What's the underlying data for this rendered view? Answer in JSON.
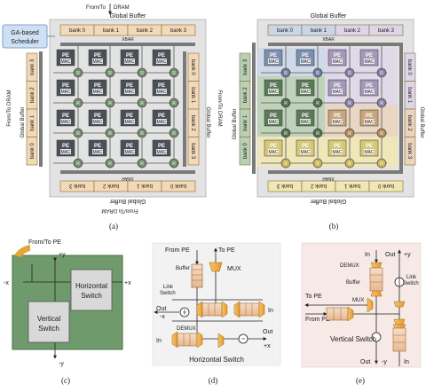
{
  "panel_a": {
    "scheduler": "GA-based Scheduler",
    "from_to_dram_top": "From/To",
    "dram_top": "DRAM",
    "global_buffer": "Global Buffer",
    "banks": [
      "bank 0",
      "bank 1",
      "bank 2",
      "bank 3"
    ],
    "xbar": "XBAR",
    "pe": "PE",
    "mac": "MAC",
    "router": "R",
    "from_to_dram_bottom": "From/To DRAM",
    "dram_side": "From/To DRAM",
    "caption": "(a)"
  },
  "panel_b": {
    "global_buffer": "Global Buffer",
    "banks": [
      "bank 0",
      "bank 1",
      "bank 2",
      "bank 3"
    ],
    "xbar": "XBAR",
    "pe": "PE",
    "mac": "MAC",
    "router": "R",
    "caption": "(b)",
    "colors": {
      "blue": "#c9d6e8",
      "purple": "#ddd6e8",
      "green": "#b9d0b4",
      "orange": "#ead4bd",
      "yellow": "#efe7b4"
    }
  },
  "panel_c": {
    "from_to_pe": "From/To PE",
    "plus_y": "+y",
    "minus_y": "-y",
    "plus_x": "+x",
    "minus_x": "-x",
    "horizontal": "Horizontal Switch",
    "vertical": "Vertical Switch",
    "caption": "(c)"
  },
  "panel_d": {
    "from_pe": "From PE",
    "to_pe": "To PE",
    "buffer": "Buffer",
    "mux": "MUX",
    "link_switch": "Link Switch",
    "out": "Out",
    "minus_x": "-x",
    "in": "In",
    "demux": "DEMUX",
    "plus_x": "+x",
    "title": "Horizontal Switch",
    "caption": "(d)"
  },
  "panel_e": {
    "in": "In",
    "out": "Out",
    "plus_y": "+y",
    "demux": "DEMUX",
    "buffer": "Buffer",
    "link_switch": "Link Switch",
    "mux": "MUX",
    "to_pe": "To PE",
    "from_pe": "From PE",
    "title": "Vertical Switch",
    "minus_y": "-y",
    "caption": "(e)"
  }
}
